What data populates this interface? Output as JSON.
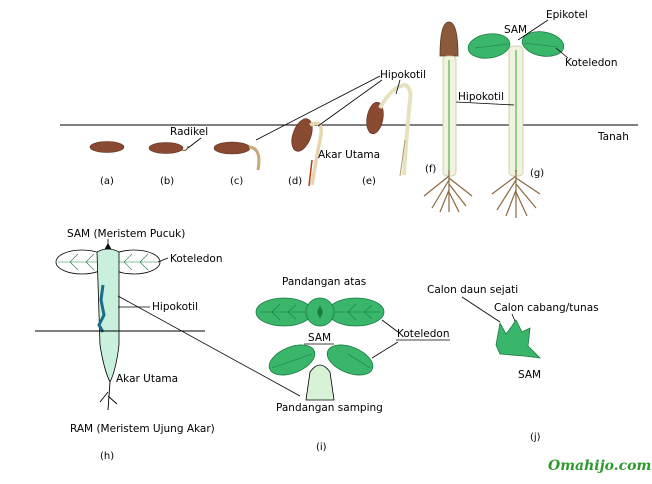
{
  "labels": {
    "tanah": "Tanah",
    "radikel": "Radikel",
    "hipokotil_a": "Hipokotil",
    "akar_utama_d": "Akar Utama",
    "epikotel": "Epikotel",
    "sam_g": "SAM",
    "koteledon_g": "Koteledon",
    "hipokotil_g": "Hipokotil",
    "sam_h": "SAM (Meristem Pucuk)",
    "koteledon_h": "Koteledon",
    "hipokotil_h": "Hipokotil",
    "akar_utama_h": "Akar Utama",
    "ram_h": "RAM (Meristem Ujung Akar)",
    "pandangan_atas": "Pandangan atas",
    "sam_i": "SAM",
    "koteledon_i": "Koteledon",
    "pandangan_samping": "Pandangan samping",
    "calon_daun": "Calon daun sejati",
    "calon_cabang": "Calon cabang/tunas",
    "sam_j": "SAM"
  },
  "stages": {
    "a": "(a)",
    "b": "(b)",
    "c": "(c)",
    "d": "(d)",
    "e": "(e)",
    "f": "(f)",
    "g": "(g)",
    "h": "(h)",
    "i": "(i)",
    "j": "(j)"
  },
  "watermark": "Omahijo.com",
  "colors": {
    "seed": "#8a4a32",
    "leaf": "#39b66a",
    "hypocotyl_h": "#c8f0dc",
    "watermark": "#2e9a2e"
  }
}
